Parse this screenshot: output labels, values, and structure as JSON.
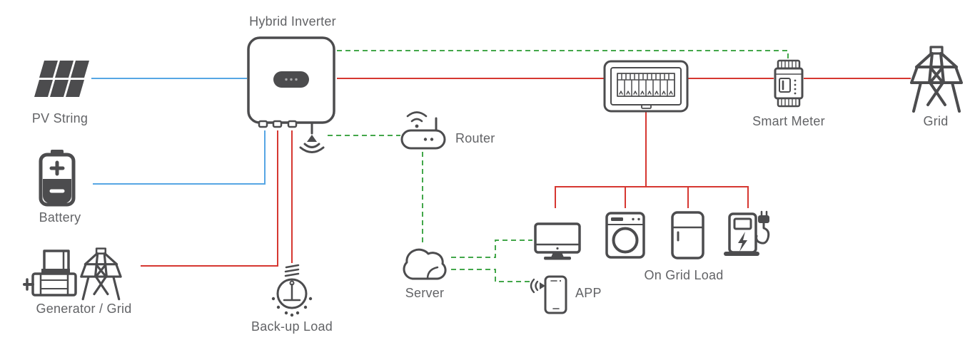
{
  "title": "Hybrid Inverter energy system diagram",
  "colors": {
    "pv_dc_line": "#56A6E4",
    "ac_power_line": "#D63731",
    "communication_line": "#43A74A",
    "icon_stroke": "#4C4C4E",
    "label_text": "#626366",
    "background": "#FFFFFF"
  },
  "nodes": {
    "hybrid_inverter": {
      "label": "Hybrid Inverter",
      "icon": "hybrid-inverter"
    },
    "pv_string": {
      "label": "PV String",
      "icon": "solar-panels"
    },
    "battery": {
      "label": "Battery",
      "icon": "battery"
    },
    "generator_grid": {
      "label": "Generator / Grid",
      "icon": "generator-and-pylon"
    },
    "backup_load": {
      "label": "Back-up Load",
      "icon": "light-bulb"
    },
    "router": {
      "label": "Router",
      "icon": "wifi-router"
    },
    "server": {
      "label": "Server",
      "icon": "cloud"
    },
    "app": {
      "label": "APP",
      "icon": "smartphone-with-wifi"
    },
    "on_grid_load": {
      "label": "On Grid Load",
      "icons": [
        "monitor",
        "washing-machine",
        "refrigerator",
        "ev-charger"
      ]
    },
    "smart_meter": {
      "label": "Smart Meter",
      "icon": "din-rail-meter"
    },
    "grid": {
      "label": "Grid",
      "icon": "transmission-tower"
    },
    "distribution_box": {
      "icon": "breaker-panel"
    }
  },
  "connections": [
    {
      "from": "pv_string",
      "to": "hybrid_inverter",
      "style": "solid-blue"
    },
    {
      "from": "battery",
      "to": "hybrid_inverter",
      "style": "solid-blue"
    },
    {
      "from": "generator_grid",
      "to": "hybrid_inverter",
      "style": "solid-red"
    },
    {
      "from": "hybrid_inverter",
      "to": "backup_load",
      "style": "solid-red"
    },
    {
      "from": "hybrid_inverter",
      "to": "distribution_box",
      "style": "solid-red"
    },
    {
      "from": "distribution_box",
      "to": "smart_meter",
      "style": "solid-red"
    },
    {
      "from": "smart_meter",
      "to": "grid",
      "style": "solid-red"
    },
    {
      "from": "distribution_box",
      "to": "on_grid_load",
      "style": "solid-red"
    },
    {
      "from": "hybrid_inverter",
      "to": "smart_meter",
      "style": "dashed-green"
    },
    {
      "from": "hybrid_inverter",
      "to": "router",
      "style": "dashed-green"
    },
    {
      "from": "router",
      "to": "server",
      "style": "dashed-green"
    },
    {
      "from": "server",
      "to": "on_grid_load",
      "style": "dashed-green"
    },
    {
      "from": "server",
      "to": "app",
      "style": "dashed-green"
    }
  ]
}
